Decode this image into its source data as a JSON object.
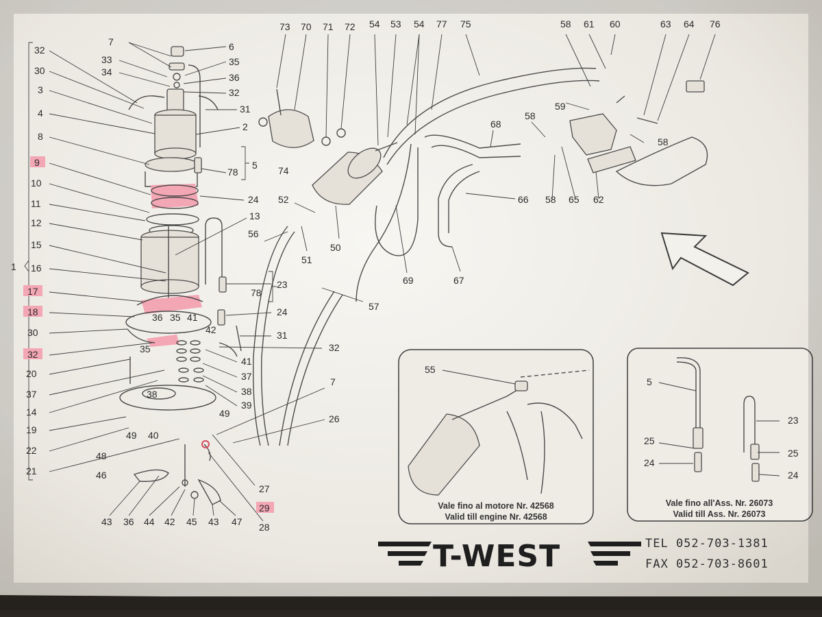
{
  "diagram": {
    "left_assembly_group": "1",
    "left_labels": [
      "32",
      "30",
      "3",
      "4",
      "8",
      "9",
      "10",
      "11",
      "12",
      "15",
      "16",
      "17",
      "18",
      "30",
      "32",
      "20",
      "37",
      "14",
      "19",
      "22",
      "21"
    ],
    "highlighted_labels": [
      "9",
      "17",
      "18",
      "32",
      "29"
    ],
    "top_labels": [
      "73",
      "70",
      "71",
      "72",
      "54",
      "53",
      "54",
      "77",
      "75",
      "58",
      "61",
      "60",
      "63",
      "64",
      "76"
    ],
    "upper_pump_labels": [
      "7",
      "6",
      "33",
      "35",
      "34",
      "36",
      "32",
      "31",
      "2",
      "78",
      "5",
      "24",
      "13"
    ],
    "center_labels": [
      "74",
      "52",
      "56",
      "51",
      "50",
      "57",
      "23",
      "78",
      "24",
      "31",
      "32",
      "41",
      "37",
      "38",
      "39",
      "49",
      "7",
      "26",
      "27",
      "29",
      "28"
    ],
    "pump_inner_labels": [
      "36",
      "35",
      "41",
      "42",
      "35",
      "38",
      "40",
      "49",
      "48",
      "46"
    ],
    "bottom_labels": [
      "43",
      "36",
      "44",
      "42",
      "45",
      "43",
      "47"
    ],
    "right_labels": [
      "68",
      "58",
      "59",
      "58",
      "66",
      "58",
      "65",
      "62",
      "69",
      "67"
    ],
    "inset_left": {
      "label": "55",
      "note_it": "Vale fino al motore Nr. 42568",
      "note_en": "Valid till engine Nr. 42568"
    },
    "inset_right": {
      "labels": [
        "5",
        "23",
        "25",
        "25",
        "24",
        "24"
      ],
      "note_it": "Vale fino all'Ass. Nr. 26073",
      "note_en": "Valid till Ass. Nr. 26073"
    }
  },
  "branding": {
    "logo": "T-WEST",
    "tel": "TEL 052-703-1381",
    "fax": "FAX 052-703-8601"
  },
  "colors": {
    "paper": "#f3f1ec",
    "ink": "#2a2a2a",
    "highlight": "#f3a6b4",
    "background": "#2b2622"
  }
}
